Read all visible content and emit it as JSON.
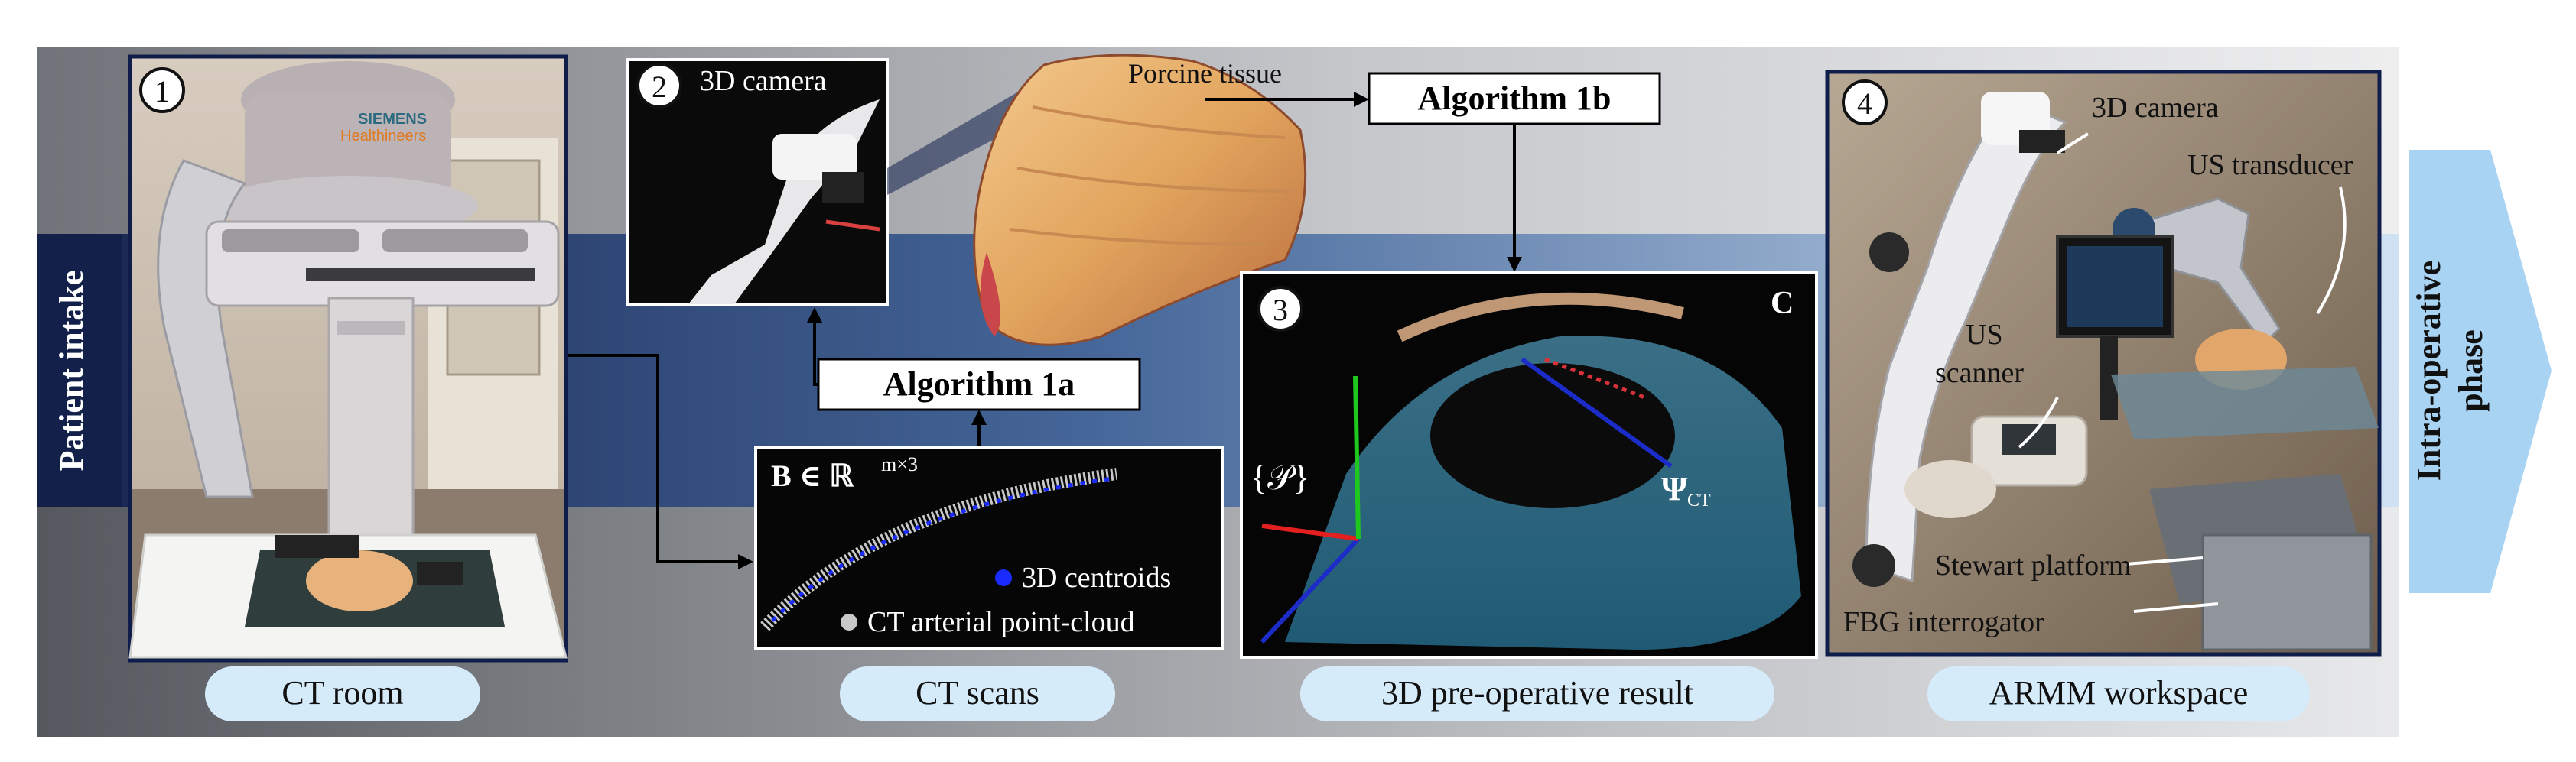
{
  "colors": {
    "band_light": "#e6e8ea",
    "band_dark": "#5c6068",
    "blue_deep": "#1a2b5a",
    "blue_mid": "#3c5c8e",
    "blue_light": "#b8d4ee",
    "caption_fill": "#d6eaf8",
    "arrow_fill": "#a9cfee",
    "panel_border": "#0f1d4a"
  },
  "intake": {
    "label": "Patient intake"
  },
  "intra_op": {
    "line1": "Intra-operative",
    "line2": "phase"
  },
  "panels": {
    "p1": {
      "number": "1",
      "caption": "CT room",
      "logo_line1": "SIEMENS",
      "logo_line2": "Healthineers"
    },
    "p2": {
      "number": "2",
      "label": "3D camera"
    },
    "p3": {
      "number": "3",
      "corner_letter": "C",
      "psi_main": "Ψ",
      "psi_sub": "CT",
      "set_label": "{𝒫}"
    },
    "p4": {
      "number": "4",
      "labels": {
        "camera": "3D camera",
        "us_transducer": "US transducer",
        "us_scanner_1": "US",
        "us_scanner_2": "scanner",
        "stewart": "Stewart platform",
        "fbg": "FBG interrogator"
      }
    }
  },
  "ctscan": {
    "matrix_label": "B ∈ ℝ",
    "matrix_exp": "m×3",
    "legend_centroids": "3D centroids",
    "legend_cloud": "CT arterial point-cloud",
    "centroid_color": "#1a2bff",
    "cloud_color": "#c8c8c8"
  },
  "algorithms": {
    "alg1a": "Algorithm 1a",
    "alg1b": "Algorithm 1b"
  },
  "porcine_label": "Porcine tissue",
  "captions": {
    "ct_room": "CT room",
    "ct_scans": "CT scans",
    "preop": "3D pre-operative result",
    "workspace": "ARMM workspace"
  }
}
